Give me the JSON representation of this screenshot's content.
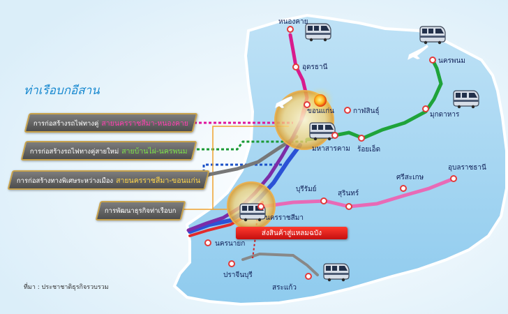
{
  "title": "ท่าเรือบกอีสาน",
  "legend": [
    {
      "prefix": "การก่อสร้างรถไฟทางคู่",
      "route": "สายนครราชสีมา-หนองคาย",
      "color": "#ff3fb0"
    },
    {
      "prefix": "การก่อสร้างรถไฟทางคู่สายใหม่",
      "route": "สายบ้านไผ่-นครพนม",
      "color": "#7ee04a"
    },
    {
      "prefix": "การก่อสร้างทางพิเศษระหว่างเมือง",
      "route": "สายนครราชสีมา-ขอนแก่น",
      "color": "#ffd54a"
    },
    {
      "prefix": "การพัฒนาธุรกิจท่าเรือบก",
      "route": "",
      "color": "#ffffff"
    }
  ],
  "cities": {
    "nongkhai": "หนองคาย",
    "udon": "อุดรธานี",
    "nakhonphanom": "นครพนม",
    "kalasin": "กาฬสินธุ์",
    "khonkaen": "ขอนแก่น",
    "mukdahan": "มุกดาหาร",
    "mahasarakham": "มหาสารคาม",
    "roiet": "ร้อยเอ็ด",
    "sisaket": "ศรีสะเกษ",
    "ubon": "อุบลราชธานี",
    "buriram": "บุรีรัมย์",
    "surin": "สุรินทร์",
    "korat": "นครราชสีมา",
    "nakhonnayok": "นครนายก",
    "prachinburi": "ปราจีนบุรี",
    "sakaeo": "สระแก้ว"
  },
  "export_box": "ส่งสินค้าสู่แหลมฉบัง",
  "source": "ที่มา : ประชาชาติธุรกิจรวบรวม",
  "icons": [
    "train-icon",
    "airplane-icon",
    "sun-icon"
  ]
}
